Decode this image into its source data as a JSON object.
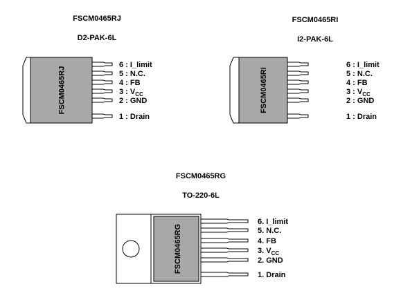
{
  "packages": [
    {
      "part": "FSCM0465RJ",
      "package": "D2-PAK-6L",
      "sep": " : ",
      "pins": [
        {
          "num": "6",
          "name": "I_limit"
        },
        {
          "num": "5",
          "name": "N.C."
        },
        {
          "num": "4",
          "name": "FB"
        },
        {
          "num": "3",
          "name": "V",
          "sub": "CC"
        },
        {
          "num": "2",
          "name": "GND"
        },
        {
          "num": "1",
          "name": "Drain"
        }
      ]
    },
    {
      "part": "FSCM0465RI",
      "package": "I2-PAK-6L",
      "sep": " : ",
      "pins": [
        {
          "num": "6",
          "name": "I_limit"
        },
        {
          "num": "5",
          "name": "N.C."
        },
        {
          "num": "4",
          "name": "FB"
        },
        {
          "num": "3",
          "name": "V",
          "sub": "CC"
        },
        {
          "num": "2",
          "name": "GND"
        },
        {
          "num": "1",
          "name": "Drain"
        }
      ]
    },
    {
      "part": "FSCM0465RG",
      "package": "TO-220-6L",
      "sep": ". ",
      "pins": [
        {
          "num": "6",
          "name": "I_limit"
        },
        {
          "num": "5",
          "name": "N.C."
        },
        {
          "num": "4",
          "name": "FB"
        },
        {
          "num": "3",
          "name": "V",
          "sub": "CC"
        },
        {
          "num": "2",
          "name": "GND"
        },
        {
          "num": "1",
          "name": "Drain"
        }
      ]
    }
  ]
}
